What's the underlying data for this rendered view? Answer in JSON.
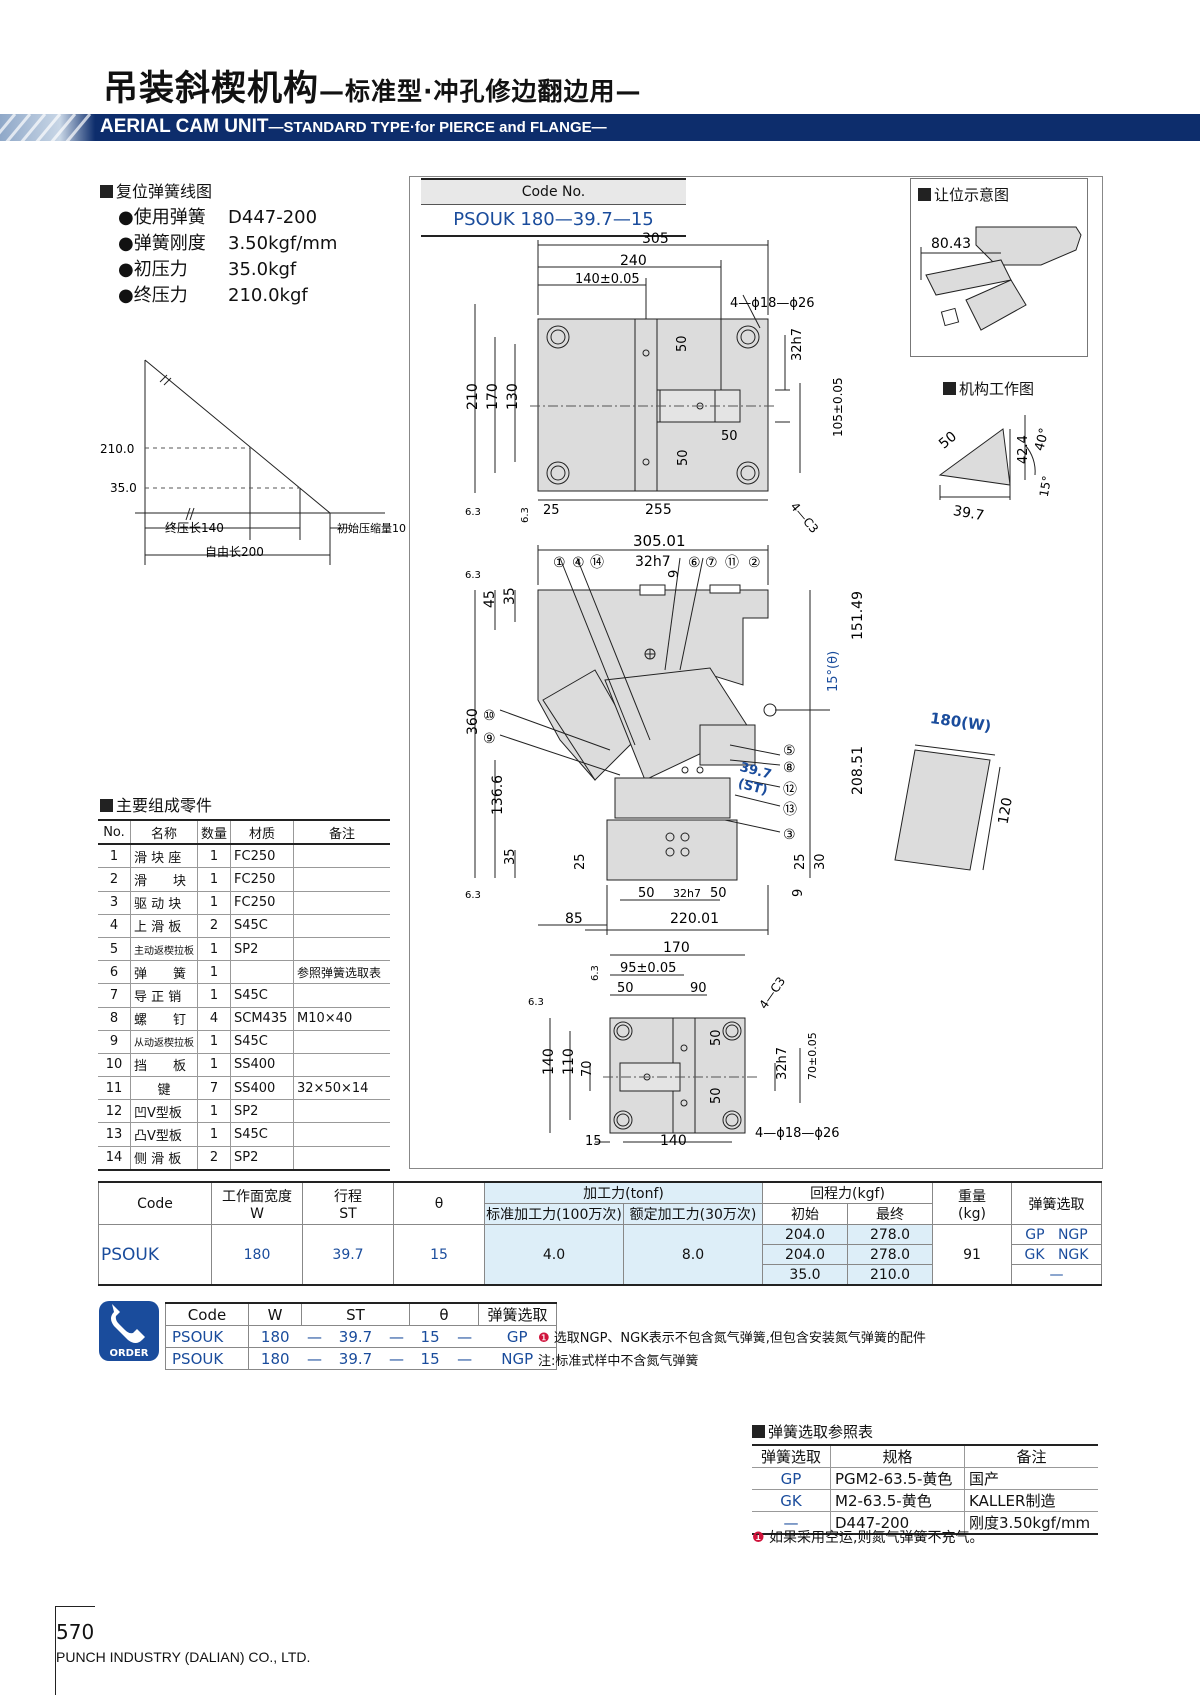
{
  "header": {
    "title_cn": "吊装斜楔机构",
    "title_cn_sub": "—标准型·冲孔修边翻边用—",
    "title_en": "AERIAL CAM UNIT",
    "title_en_sub": "—STANDARD TYPE·for PIERCE and FLANGE—"
  },
  "spring_section": {
    "title": "复位弹簧线图",
    "items": [
      {
        "label": "●使用弹簧",
        "value": "D447-200"
      },
      {
        "label": "●弹簧刚度",
        "value": "3.50kgf/mm"
      },
      {
        "label": "●初压力",
        "value": "35.0kgf"
      },
      {
        "label": "●终压力",
        "value": "210.0kgf"
      }
    ],
    "chart": {
      "y1": "210.0",
      "y2": "35.0",
      "final_len": "终压长140",
      "init_comp": "初始压缩量10",
      "free_len": "自由长200"
    }
  },
  "code_box": {
    "label": "Code No.",
    "value": "PSOUK 180—39.7—15"
  },
  "side_views": {
    "retract_title": "让位示意图",
    "retract_dim": "80.43",
    "work_title": "机构工作图",
    "work_dims": [
      "50",
      "42.4",
      "40°",
      "15°",
      "39.7"
    ]
  },
  "drawing": {
    "top_view": [
      "305",
      "240",
      "140±0.05",
      "4—ϕ18—ϕ26",
      "210",
      "170",
      "130",
      "50",
      "32h7",
      "50",
      "50",
      "105±0.05",
      "25",
      "255",
      "4—C3",
      "6.3",
      "6.3"
    ],
    "front_view": [
      "305.01",
      "32h7",
      "9",
      "6.3",
      "45",
      "35",
      "151.49",
      "15°(θ)",
      "360",
      "136.6",
      "35",
      "25",
      "208.51",
      "25",
      "30",
      "9",
      "50",
      "32h7",
      "50",
      "85",
      "220.01",
      "6.3"
    ],
    "front_labels": [
      "①",
      "④",
      "⑭",
      "⑥",
      "⑦",
      "⑪",
      "②",
      "⑩",
      "⑨",
      "⑤",
      "⑧",
      "⑫",
      "⑬",
      "③"
    ],
    "stroke": "39.7",
    "stroke_label": "(ST)",
    "bottom_view": [
      "170",
      "95±0.05",
      "50",
      "90",
      "4—C3",
      "6.3",
      "6.3",
      "140",
      "110",
      "70",
      "50",
      "32h7",
      "70±0.05",
      "50",
      "15",
      "140",
      "4—ϕ18—ϕ26"
    ],
    "width_view": {
      "label": "180(W)",
      "dim": "120"
    }
  },
  "parts": {
    "title": "主要组成零件",
    "headers": [
      "No.",
      "名称",
      "数量",
      "材质",
      "备注"
    ],
    "rows": [
      [
        "1",
        "滑 块 座",
        "1",
        "FC250",
        ""
      ],
      [
        "2",
        "滑　　块",
        "1",
        "FC250",
        ""
      ],
      [
        "3",
        "驱 动 块",
        "1",
        "FC250",
        ""
      ],
      [
        "4",
        "上 滑 板",
        "2",
        "S45C",
        ""
      ],
      [
        "5",
        "主动返楔拉板",
        "1",
        "SP2",
        ""
      ],
      [
        "6",
        "弹　　簧",
        "1",
        "",
        "参照弹簧选取表"
      ],
      [
        "7",
        "导 正 销",
        "1",
        "S45C",
        ""
      ],
      [
        "8",
        "螺　　钉",
        "4",
        "SCM435",
        "M10×40"
      ],
      [
        "9",
        "从动返楔拉板",
        "1",
        "S45C",
        ""
      ],
      [
        "10",
        "挡　　板",
        "1",
        "SS400",
        ""
      ],
      [
        "11",
        "键",
        "7",
        "SS400",
        "32×50×14"
      ],
      [
        "12",
        "凹V型板",
        "1",
        "SP2",
        ""
      ],
      [
        "13",
        "凸V型板",
        "1",
        "S45C",
        ""
      ],
      [
        "14",
        "侧 滑 板",
        "2",
        "SP2",
        ""
      ]
    ]
  },
  "spec_table": {
    "h_code": "Code",
    "h_w": "工作面宽度",
    "h_w2": "W",
    "h_st": "行程",
    "h_st2": "ST",
    "h_theta": "θ",
    "h_force": "加工力(tonf)",
    "h_force_std": "标准加工力(100万次)",
    "h_force_rated": "额定加工力(30万次)",
    "h_return": "回程力(kgf)",
    "h_return_init": "初始",
    "h_return_final": "最终",
    "h_weight": "重量",
    "h_weight2": "(kg)",
    "h_spring": "弹簧选取",
    "code": "PSOUK",
    "w": "180",
    "st": "39.7",
    "theta": "15",
    "force_std": "4.0",
    "force_rated": "8.0",
    "returns": [
      [
        "204.0",
        "278.0"
      ],
      [
        "204.0",
        "278.0"
      ],
      [
        "35.0",
        "210.0"
      ]
    ],
    "weight": "91",
    "springs": [
      [
        "GP",
        "NGP"
      ],
      [
        "GK",
        "NGK"
      ],
      [
        "—",
        ""
      ]
    ]
  },
  "order": {
    "badge": "ORDER",
    "headers": [
      "Code",
      "W",
      "ST",
      "θ",
      "弹簧选取"
    ],
    "rows": [
      [
        "PSOUK",
        "180",
        "—",
        "39.7",
        "—",
        "15",
        "—",
        "GP"
      ],
      [
        "PSOUK",
        "180",
        "—",
        "39.7",
        "—",
        "15",
        "—",
        "NGP"
      ]
    ],
    "note1": "选取NGP、NGK表示不包含氮气弹簧,但包含安装氮气弹簧的配件",
    "note2": "注:标准式样中不含氮气弹簧"
  },
  "gas_table": {
    "title": "弹簧选取参照表",
    "headers": [
      "弹簧选取",
      "规格",
      "备注"
    ],
    "rows": [
      [
        "GP",
        "PGM2-63.5-黄色",
        "国产"
      ],
      [
        "GK",
        "M2-63.5-黄色",
        "KALLER制造"
      ],
      [
        "—",
        "D447-200",
        "刚度3.50kgf/mm"
      ]
    ],
    "note": "如果采用空运,则氮气弹簧不充气。"
  },
  "footer": {
    "page": "570",
    "company": "PUNCH INDUSTRY (DALIAN) CO., LTD."
  },
  "colors": {
    "navy": "#0d2d6c",
    "blue_text": "#1a4c9c",
    "light_blue": "#ddeef8",
    "part_fill": "#dcdcdc",
    "note_red": "#d0143c"
  }
}
